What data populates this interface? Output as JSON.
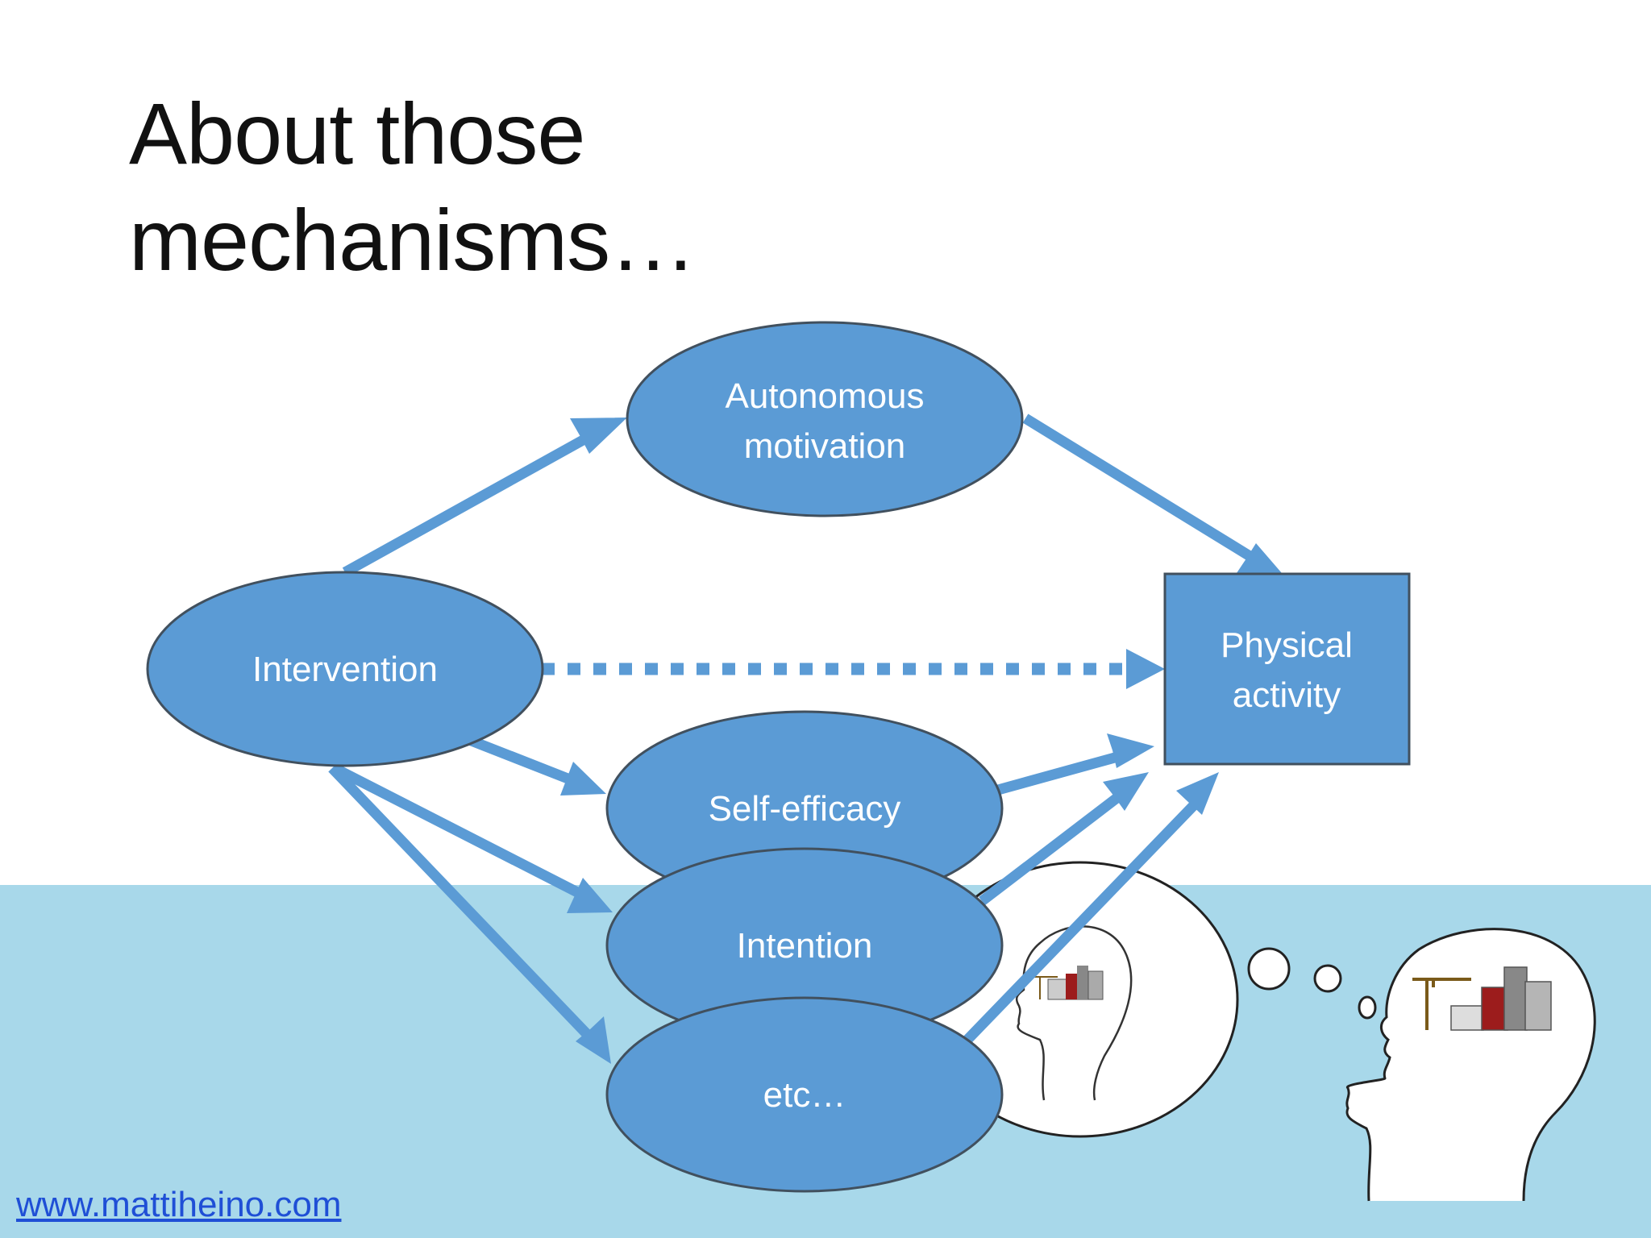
{
  "slide": {
    "title_line1": "About those",
    "title_line2": "mechanisms…",
    "footer_link": "www.mattiheino.com"
  },
  "diagram": {
    "nodes": {
      "intervention": "Intervention",
      "autonomous_line1": "Autonomous",
      "autonomous_line2": "motivation",
      "physical_line1": "Physical",
      "physical_line2": "activity",
      "self_efficacy": "Self-efficacy",
      "intention": "Intention",
      "etc": "etc…"
    },
    "edges": [
      {
        "from": "Intervention",
        "to": "Autonomous motivation",
        "style": "solid"
      },
      {
        "from": "Autonomous motivation",
        "to": "Physical activity",
        "style": "solid"
      },
      {
        "from": "Intervention",
        "to": "Physical activity",
        "style": "dashed"
      },
      {
        "from": "Intervention",
        "to": "Self-efficacy",
        "style": "solid"
      },
      {
        "from": "Intervention",
        "to": "Intention",
        "style": "solid"
      },
      {
        "from": "Intervention",
        "to": "etc…",
        "style": "solid"
      },
      {
        "from": "Self-efficacy",
        "to": "Physical activity",
        "style": "solid"
      },
      {
        "from": "Intention",
        "to": "Physical activity",
        "style": "solid"
      },
      {
        "from": "etc…",
        "to": "Physical activity",
        "style": "solid"
      }
    ]
  },
  "colors": {
    "node_fill": "#5b9bd5",
    "node_stroke": "#41505e",
    "arrow": "#5b9bd5",
    "water": "#a8d8ea",
    "link": "#1f4fd6"
  },
  "icons": [
    "thought-bubble-icon",
    "person-head-icon",
    "city-buildings-icon"
  ]
}
